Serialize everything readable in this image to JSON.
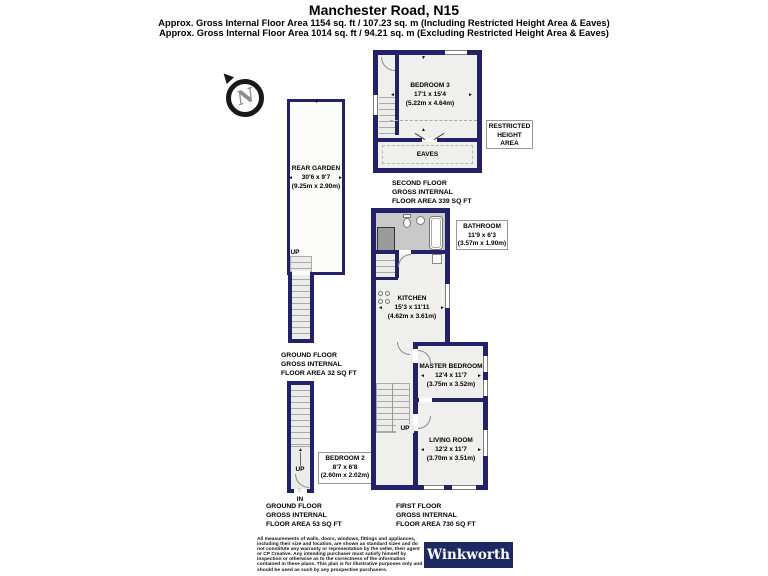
{
  "colors": {
    "wall": "#232168",
    "floor": "#efefed",
    "bath": "#c9c9c9",
    "shower": "#9b9b9b",
    "logo": "#1c2963"
  },
  "header": {
    "title": "Manchester Road, N15",
    "subtitle1": "Approx. Gross Internal Floor Area 1154 sq. ft / 107.23 sq. m (Including Restricted Height Area & Eaves)",
    "subtitle2": "Approx. Gross Internal Floor Area 1014 sq. ft / 94.21 sq. m (Excluding Restricted Height Area & Eaves)"
  },
  "compass": {
    "letter": "N"
  },
  "garden": {
    "label": {
      "name": "REAR GARDEN",
      "size_ft": "30'6 x 9'7",
      "size_m": "(9.25m x 2.90m)"
    },
    "up": "UP",
    "caption": [
      "GROUND FLOOR",
      "GROSS INTERNAL",
      "FLOOR AREA 32 SQ FT"
    ]
  },
  "entrance": {
    "up": "UP",
    "in": "IN",
    "bedroom2": {
      "name": "BEDROOM 2",
      "size_ft": "8'7 x 6'8",
      "size_m": "(2.60m x 2.02m)"
    },
    "caption": [
      "GROUND FLOOR",
      "GROSS INTERNAL",
      "FLOOR AREA 53 SQ FT"
    ]
  },
  "second_floor": {
    "bedroom3": {
      "name": "BEDROOM 3",
      "size_ft": "17'1 x 15'4",
      "size_m": "(5.22m x 4.64m)"
    },
    "eaves": "EAVES",
    "restricted": [
      "RESTRICTED",
      "HEIGHT",
      "AREA"
    ],
    "caption": [
      "SECOND FLOOR",
      "GROSS INTERNAL",
      "FLOOR AREA 339 SQ FT"
    ]
  },
  "first_floor": {
    "bathroom": {
      "name": "BATHROOM",
      "size_ft": "11'9 x 6'3",
      "size_m": "(3.57m x 1.90m)"
    },
    "kitchen": {
      "name": "KITCHEN",
      "size_ft": "15'3 x 11'11",
      "size_m": "(4.62m x 3.61m)"
    },
    "master": {
      "name": "MASTER BEDROOM",
      "size_ft": "12'4 x 11'7",
      "size_m": "(3.75m x 3.52m)"
    },
    "living": {
      "name": "LIVING ROOM",
      "size_ft": "12'2 x 11'7",
      "size_m": "(3.70m x 3.51m)"
    },
    "up": "UP",
    "caption": [
      "FIRST FLOOR",
      "GROSS INTERNAL",
      "FLOOR AREA 730 SQ FT"
    ]
  },
  "footer": {
    "disclaimer": "All measurements of walls, doors, windows, fittings and appliances, including their size and location, are shown as standard sizes and do not constitute any warranty or representation by the seller, their agent or CP Creative. Any intending purchaser must satisfy himself by inspection or otherwise as to the correctness of the information contained in these plans. This plan is for illustrative purposes only and should be used as such by any prospective purchasers.",
    "logo": "Winkworth"
  }
}
